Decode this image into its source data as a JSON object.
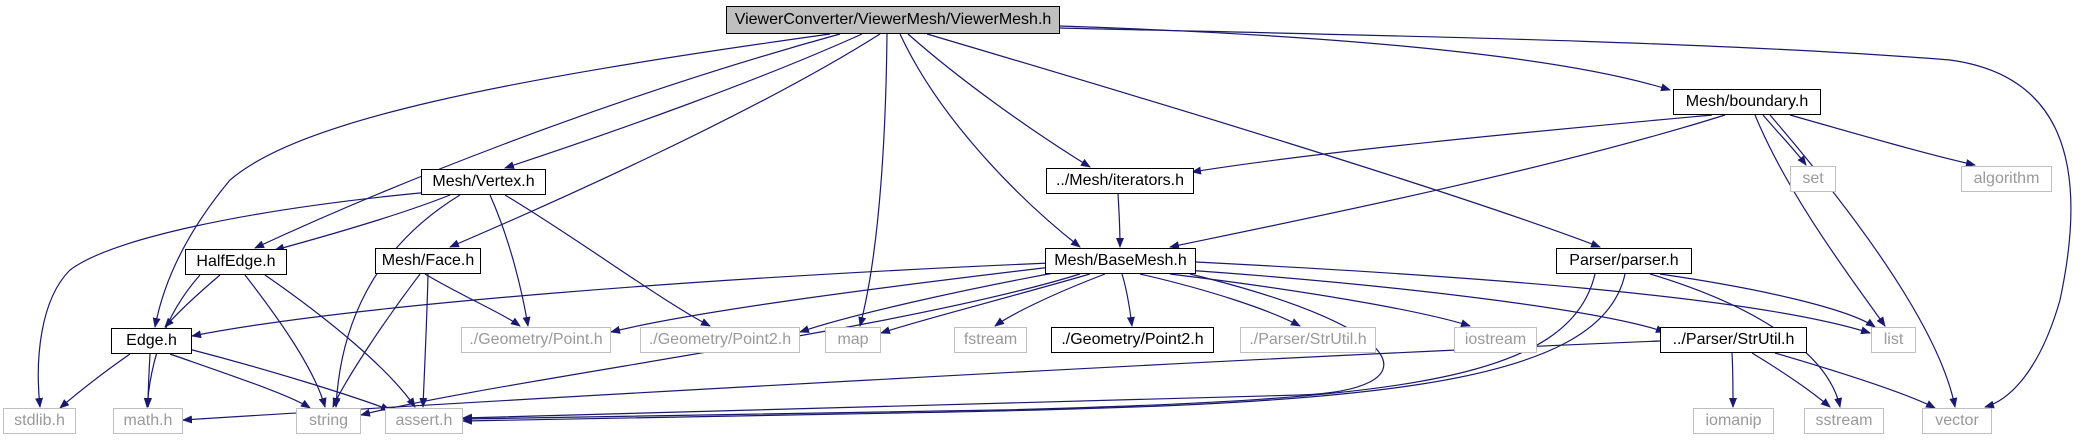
{
  "colors": {
    "edge": "#191970",
    "node_border": "#000000",
    "external_border": "#bfbfbf",
    "external_text": "#9a9a9a",
    "root_fill": "#bfbfbf"
  },
  "nodes": {
    "root": "ViewerConverter/ViewerMesh/ViewerMesh.h",
    "boundary": "Mesh/boundary.h",
    "vertex": "Mesh/Vertex.h",
    "iterators": "../Mesh/iterators.h",
    "halfedge": "HalfEdge.h",
    "face": "Mesh/Face.h",
    "basemesh": "Mesh/BaseMesh.h",
    "parser": "Parser/parser.h",
    "set": "set",
    "algorithm": "algorithm",
    "edge": "Edge.h",
    "geom_point": "./Geometry/Point.h",
    "geom_point2": "./Geometry/Point2.h",
    "map": "map",
    "fstream": "fstream",
    "geom_point2_doc": "./Geometry/Point2.h",
    "parser_strutil": "./Parser/StrUtil.h",
    "iostream": "iostream",
    "list": "list",
    "strutil": "../Parser/StrUtil.h",
    "stdlib": "stdlib.h",
    "math": "math.h",
    "string": "string",
    "assert": "assert.h",
    "iomanip": "iomanip",
    "sstream": "sstream",
    "vector": "vector"
  }
}
